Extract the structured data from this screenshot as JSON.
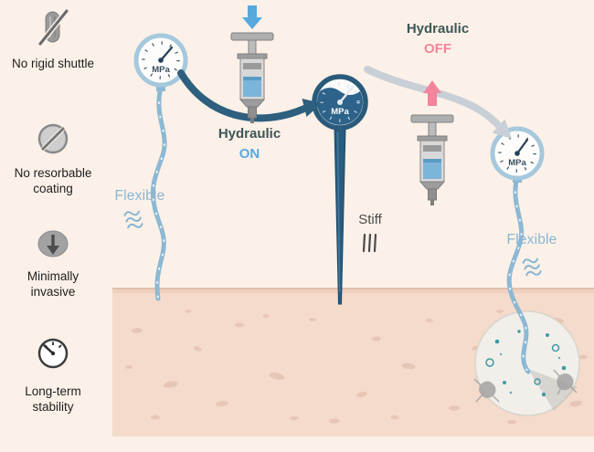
{
  "sidebar": {
    "items": [
      {
        "label": "No rigid shuttle",
        "icon": "no-rigid-shuttle-icon"
      },
      {
        "label": "No resorbable coating",
        "icon": "no-resorbable-coating-icon"
      },
      {
        "label": "Minimally invasive",
        "icon": "minimally-invasive-icon"
      },
      {
        "label": "Long-term stability",
        "icon": "stability-gauge-icon"
      }
    ]
  },
  "diagram": {
    "gauges": [
      {
        "unit": "MPa"
      },
      {
        "unit": "MPa"
      },
      {
        "unit": "MPa"
      }
    ],
    "labels": {
      "flexible_left": "Flexible",
      "stiff": "Stiff",
      "flexible_right": "Flexible"
    },
    "hydraulic_on": {
      "line1": "Hydraulic",
      "line2": "ON"
    },
    "hydraulic_off": {
      "line1": "Hydraulic",
      "line2": "OFF"
    }
  },
  "colors": {
    "background": "#fbf1e8",
    "tissue": "#f4dbcb",
    "flexible_blue": "#8ab6d2",
    "stiff_dark_blue": "#295c7f",
    "on_blue": "#58a9dd",
    "off_pink": "#f2849b",
    "hydraulic_text": "#3d5757",
    "arrow_dark": "#2e5f7e",
    "arrow_light": "#c9cfd6"
  }
}
